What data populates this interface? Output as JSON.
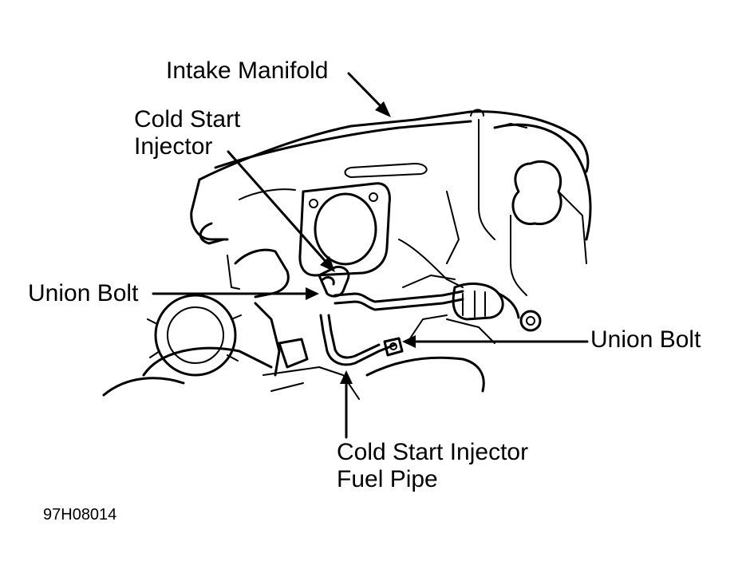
{
  "labels": {
    "intake_manifold": "Intake Manifold",
    "cold_start_injector": [
      "Cold Start",
      "Injector"
    ],
    "union_bolt_left": "Union Bolt",
    "union_bolt_right": "Union Bolt",
    "fuel_pipe": [
      "Cold Start Injector",
      "Fuel Pipe"
    ]
  },
  "figure_id": "97H08014",
  "colors": {
    "ink": "#000000",
    "paper": "#ffffff"
  }
}
